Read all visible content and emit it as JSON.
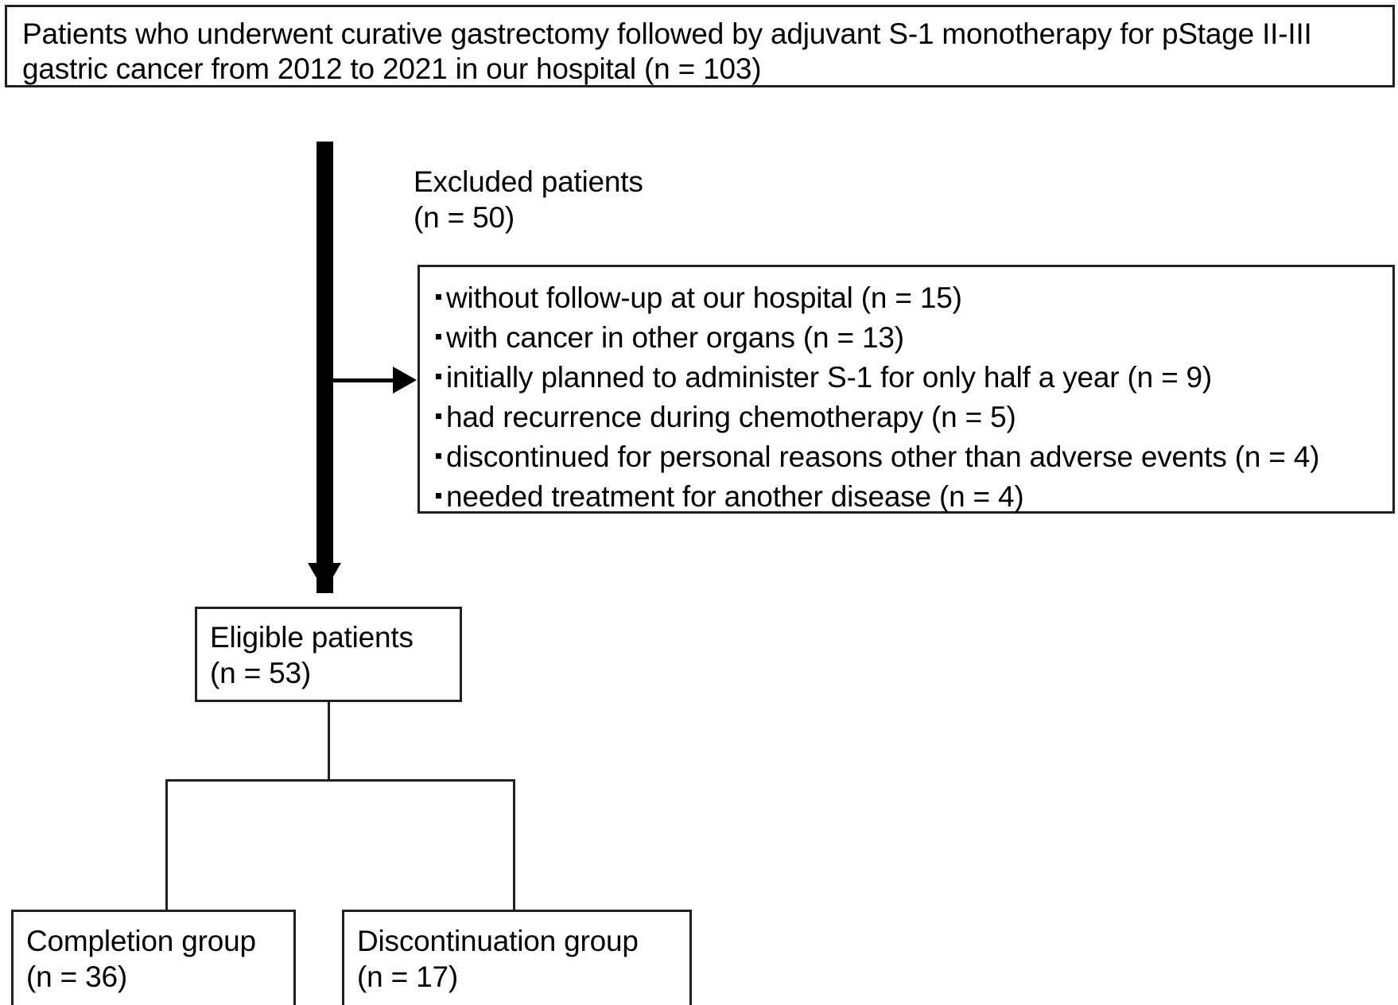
{
  "figure": {
    "type": "flowchart",
    "kind": "patient-selection-flow-diagram"
  },
  "top_box": {
    "line1": "Patients who underwent curative gastrectomy followed by adjuvant S-1 monotherapy for pStage II-III",
    "line2": "gastric cancer from 2012 to 2021 in our hospital (n = 103)"
  },
  "excluded_label": {
    "line1": "Excluded patients",
    "line2": "(n = 50)"
  },
  "exclusion_box": {
    "items": [
      "without follow-up at our hospital (n = 15)",
      "with cancer in other organs (n = 13)",
      "initially planned to administer S-1 for only half a year (n = 9)",
      "had recurrence during chemotherapy (n = 5)",
      "discontinued for personal reasons other than adverse events (n = 4)",
      "needed treatment for another disease (n = 4)"
    ]
  },
  "eligible_box": {
    "line1": "Eligible patients",
    "line2": "(n = 53)"
  },
  "completion_box": {
    "line1": "Completion group",
    "line2": "(n = 36)"
  },
  "discontinuation_box": {
    "line1": "Discontinuation group",
    "line2": "(n = 17)"
  },
  "colors": {
    "stroke": "#231f20",
    "arrow": "#000000",
    "background": "#ffffff",
    "text": "#000000"
  },
  "counts": {
    "total_screened": 103,
    "excluded_total": 50,
    "eligible": 53,
    "completion": 36,
    "discontinuation": 17
  }
}
